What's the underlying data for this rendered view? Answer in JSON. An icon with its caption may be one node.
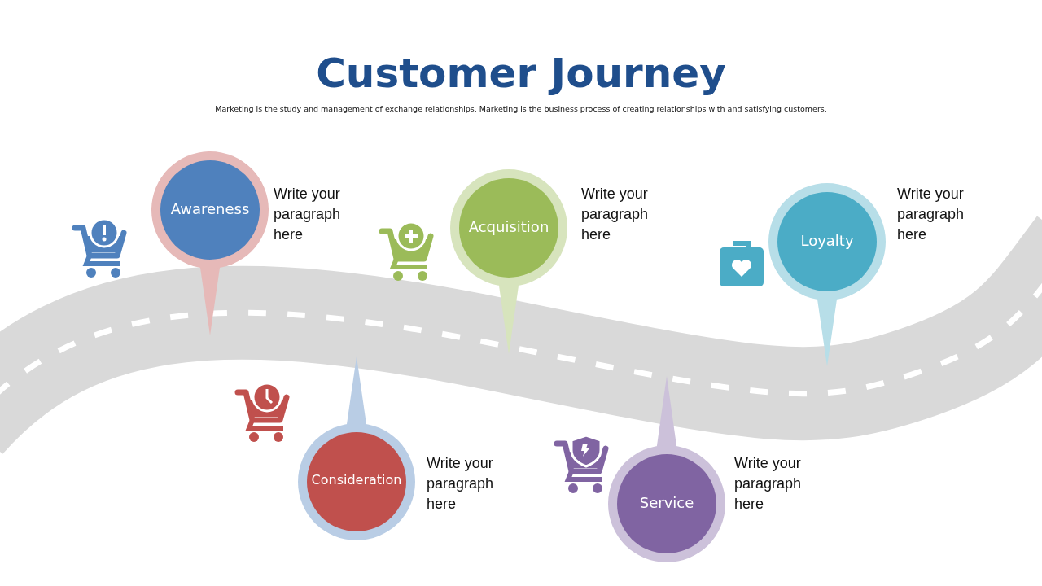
{
  "diagram": {
    "title": "Customer Journey",
    "caption": "Marketing is the study and management of exchange relationships. Marketing is the  business process of creating relationships with and satisfying customers.",
    "nodes": [
      {
        "text": [
          "Awareness"
        ],
        "beside": [
          "Write your paragraph here"
        ]
      },
      {
        "text": [
          "Consideration"
        ],
        "beside": [
          "Write your paragraph here"
        ]
      },
      {
        "text": [
          "Acquisition"
        ],
        "beside": [
          "Write your paragraph here"
        ]
      },
      {
        "text": [
          "Service"
        ],
        "beside": [
          "Write your paragraph here"
        ]
      },
      {
        "text": [
          "Loyalty"
        ],
        "beside": [
          "Write your paragraph here"
        ]
      }
    ],
    "edges": []
  }
}
